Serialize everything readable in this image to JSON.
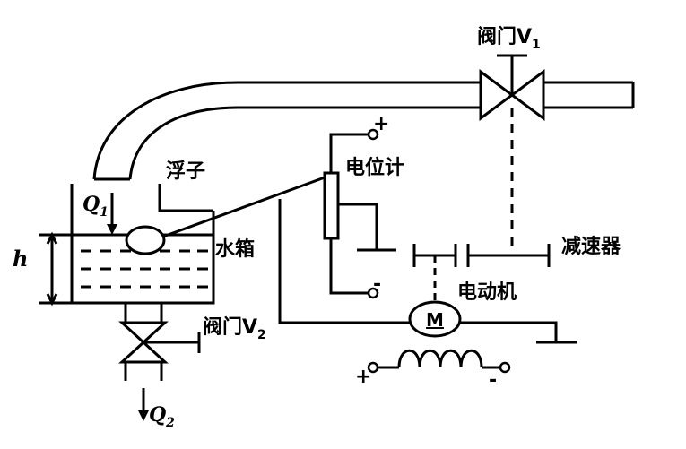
{
  "labels": {
    "valve_v1": "阀门",
    "valve_v1_letter": "V",
    "valve_v1_sub": "1",
    "float": "浮子",
    "potentiometer": "电位计",
    "tank": "水箱",
    "reducer": "减速器",
    "motor": "电动机",
    "motor_symbol": "M",
    "valve_v2": "阀门",
    "valve_v2_letter": "V",
    "valve_v2_sub": "2",
    "q1_letter": "Q",
    "q1_sub": "1",
    "q2_letter": "Q",
    "q2_sub": "2",
    "h": "h",
    "plus_top": "+",
    "minus_mid": "-",
    "plus_bottom": "+",
    "minus_bottom": "-"
  }
}
